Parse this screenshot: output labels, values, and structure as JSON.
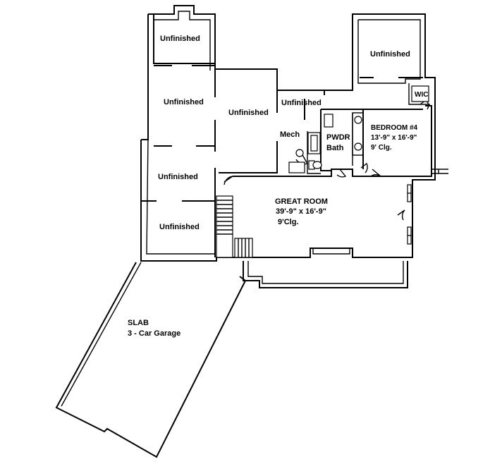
{
  "plan": {
    "rooms": {
      "unfinished_1": "Unfinished",
      "unfinished_2": "Unfinished",
      "unfinished_3": "Unfinished",
      "unfinished_4": "Unfinished",
      "unfinished_5": "Unfinished",
      "unfinished_6": "Unfinished",
      "unfinished_7": "Unfinished",
      "mech": "Mech",
      "pwdr_line1": "PWDR",
      "pwdr_line2": "Bath",
      "wic": "WIC",
      "bedroom_name": "BEDROOM #4",
      "bedroom_dims": "13'-9\" x 16'-9\"",
      "bedroom_ceiling": "9' Clg.",
      "great_room_name": "GREAT ROOM",
      "great_room_dims": "39'-9\" x 16'-9\"",
      "great_room_ceiling": "9'Clg.",
      "garage_line1": "SLAB",
      "garage_line2": "3 - Car Garage"
    }
  }
}
